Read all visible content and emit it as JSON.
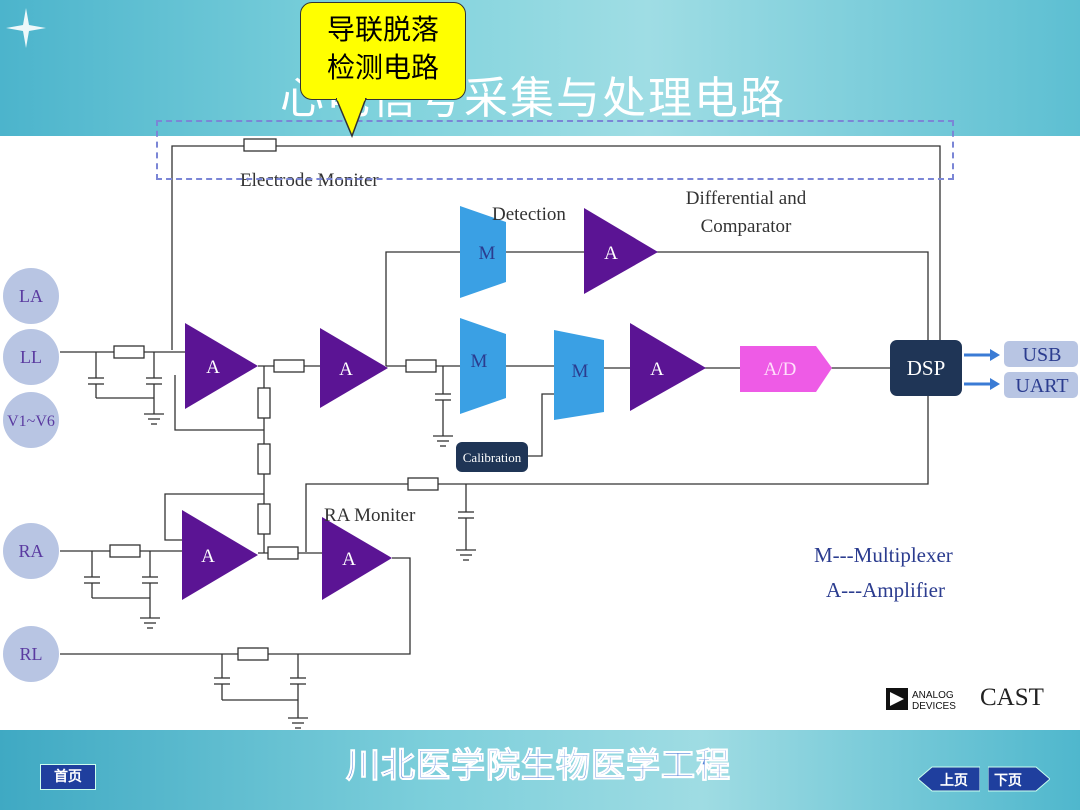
{
  "slide": {
    "title": "心电信号采集与处理电路",
    "callout": {
      "line1": "导联脱落",
      "line2": "检测电路"
    },
    "footer_title": "川北医学院生物医学工程",
    "nav": {
      "home": "首页",
      "prev": "上页",
      "next": "下页"
    }
  },
  "diagram": {
    "inputs": [
      "LA",
      "LL",
      "V1~V6",
      "RA",
      "RL"
    ],
    "labels": {
      "electrode_monitor": "Electrode   Moniter",
      "detection": "Detection",
      "differential_line1": "Differential and",
      "differential_line2": "Comparator",
      "ra_monitor": "RA   Moniter",
      "calibration": "Calibration",
      "amp": "A",
      "mux": "M",
      "ad": "A/D",
      "dsp": "DSP",
      "usb": "USB",
      "uart": "UART"
    },
    "legend": {
      "mux": "M---Multiplexer",
      "amp": "A---Amplifier"
    },
    "brand": {
      "logo_line1": "ANALOG",
      "logo_line2": "DEVICES",
      "name": "CAST"
    }
  },
  "colors": {
    "amplifier": "#5b1494",
    "multiplexer": "#3aa0e4",
    "ad": "#ee5be6",
    "dsp": "#1f3556",
    "input_circle": "#b8c5e3",
    "callout": "#ffff00",
    "dashed": "#7b86d6"
  }
}
